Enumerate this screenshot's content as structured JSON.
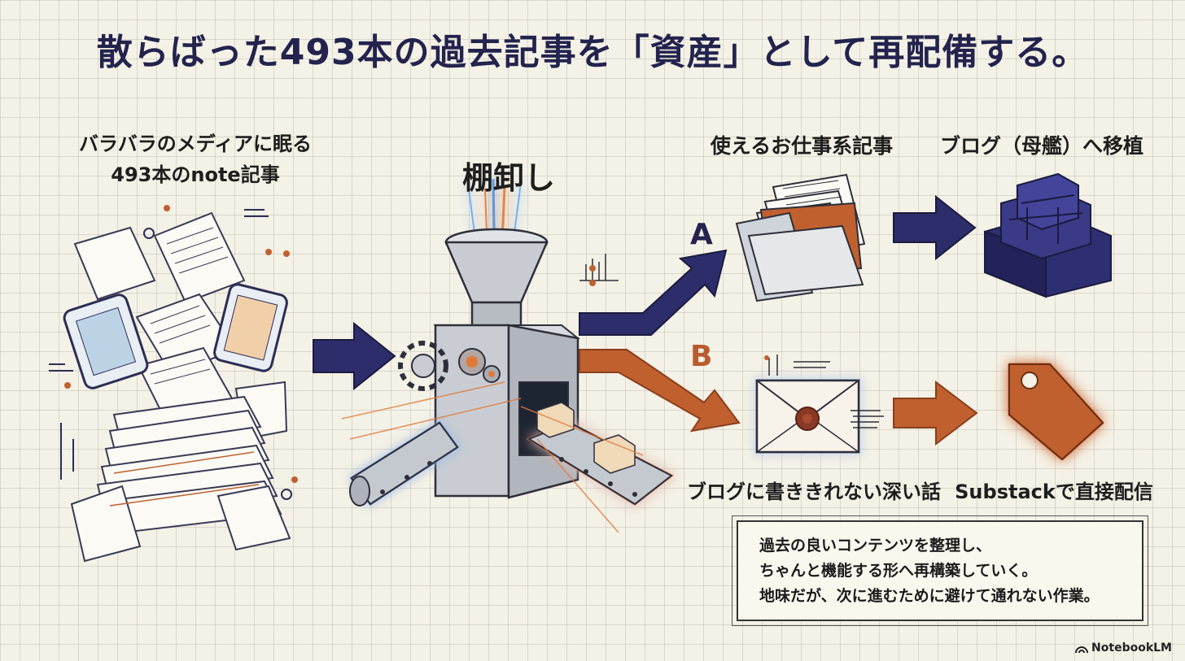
{
  "title": "散らばった493本の過去記事を「資産」として再配備する。",
  "source": {
    "line1": "バラバラのメディアに眠る",
    "line2": "493本のnote記事"
  },
  "process_label": "棚卸し",
  "route_a": {
    "letter": "A",
    "label": "使えるお仕事系記事",
    "destination": "ブログ（母艦）へ移植"
  },
  "route_b": {
    "letter": "B",
    "label": "ブログに書ききれない深い話",
    "destination": "Substackで直接配信"
  },
  "summary": [
    "過去の良いコンテンツを整理し、",
    "ちゃんと機能する形へ再構築していく。",
    "地味だが、次に進むために避けて通れない作業。"
  ],
  "brand": "NotebookLM",
  "colors": {
    "navy": "#2d2d6b",
    "orange": "#c0602f",
    "glow_blue": "#4a90e2"
  },
  "icons": [
    "paper-pile-icon",
    "tablet-icon",
    "funnel-machine-icon",
    "folder-icon",
    "building-blocks-icon",
    "envelope-icon",
    "tag-icon",
    "notebooklm-logo-icon"
  ]
}
